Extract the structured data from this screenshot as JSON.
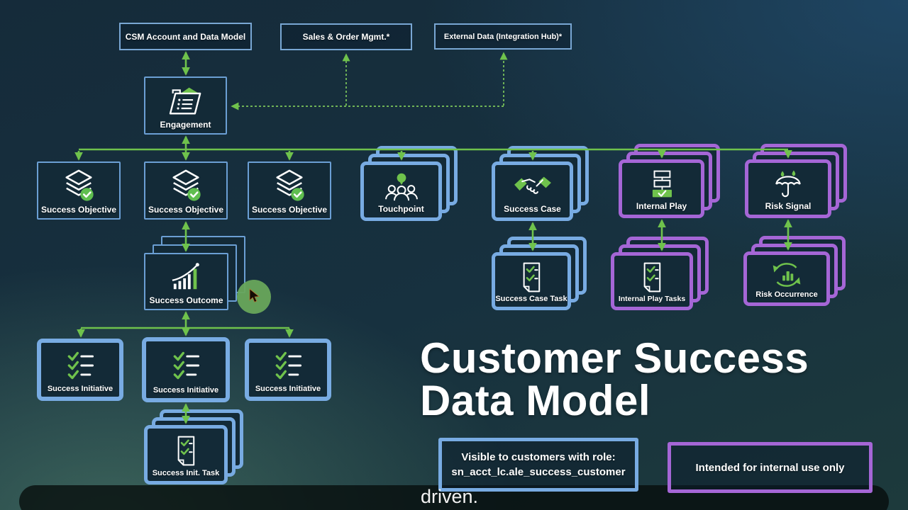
{
  "slide": {
    "title_line1": "Customer Success",
    "title_line2": "Data Model",
    "caption": "driven."
  },
  "top_boxes": {
    "csm": {
      "label": "CSM Account and Data Model"
    },
    "sales": {
      "label": "Sales & Order Mgmt.*"
    },
    "external": {
      "label": "External Data (Integration Hub)*"
    }
  },
  "nodes": {
    "engagement": {
      "label": "Engagement",
      "icon": "folder-list-icon"
    },
    "success_objective_1": {
      "label": "Success Objective",
      "icon": "layers-check-icon"
    },
    "success_objective_2": {
      "label": "Success Objective",
      "icon": "layers-check-icon"
    },
    "success_objective_3": {
      "label": "Success Objective",
      "icon": "layers-check-icon"
    },
    "touchpoint": {
      "label": "Touchpoint",
      "icon": "people-chat-icon"
    },
    "success_case": {
      "label": "Success Case",
      "icon": "handshake-icon"
    },
    "internal_play": {
      "label": "Internal Play",
      "icon": "workflow-check-icon"
    },
    "risk_signal": {
      "label": "Risk Signal",
      "icon": "umbrella-rain-icon"
    },
    "success_outcome": {
      "label": "Success Outcome",
      "icon": "growth-chart-icon"
    },
    "success_case_task": {
      "label": "Success Case Task",
      "icon": "task-doc-icon"
    },
    "internal_play_tasks": {
      "label": "Internal Play Tasks",
      "icon": "task-doc-icon"
    },
    "risk_occurrence": {
      "label": "Risk Occurrence",
      "icon": "refresh-bars-icon"
    },
    "success_initiative_1": {
      "label": "Success Initiative",
      "icon": "checklist-icon"
    },
    "success_initiative_2": {
      "label": "Success Initiative",
      "icon": "checklist-icon"
    },
    "success_initiative_3": {
      "label": "Success Initiative",
      "icon": "checklist-icon"
    },
    "success_init_task": {
      "label": "Success Init. Task",
      "icon": "task-doc-icon"
    }
  },
  "legend": {
    "customer": {
      "line1": "Visible to customers with role:",
      "line2": "sn_acct_lc.ale_success_customer"
    },
    "internal": {
      "label": "Intended for internal use only"
    }
  },
  "colors": {
    "blue_border": "#78abe2",
    "purple_border": "#a566d6",
    "green_connector": "#6fc24c",
    "card_fill": "#132a37"
  }
}
